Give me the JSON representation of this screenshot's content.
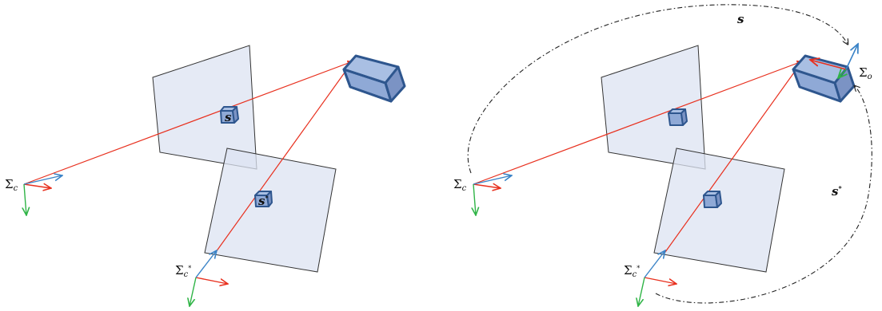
{
  "left_panel": {
    "frame_camera": {
      "symbol": "Σ",
      "sub": "c"
    },
    "frame_desired": {
      "symbol": "Σ",
      "sub": "c",
      "sup": "*"
    },
    "image_feature": "s",
    "desired_feature": "s",
    "desired_feature_sup": "*"
  },
  "right_panel": {
    "frame_camera": {
      "symbol": "Σ",
      "sub": "c"
    },
    "frame_desired": {
      "symbol": "Σ",
      "sub": "c",
      "sup": "*"
    },
    "frame_object": {
      "symbol": "Σ",
      "sub": "o"
    },
    "pose_label": "s",
    "pose_label_desired": "s",
    "pose_label_desired_sup": "*"
  },
  "colors": {
    "plane_fill": "#dce3f1",
    "plane_stroke": "#333333",
    "ray": "#e8301e",
    "cube_fill": "#8fa9d6",
    "cube_top": "#a9bfe3",
    "cube_side": "#7b93c4",
    "cube_stroke": "#2e568e",
    "axis_red": "#e8301e",
    "axis_green": "#2fb446",
    "axis_blue": "#3a83c7",
    "dash": "#222222"
  }
}
